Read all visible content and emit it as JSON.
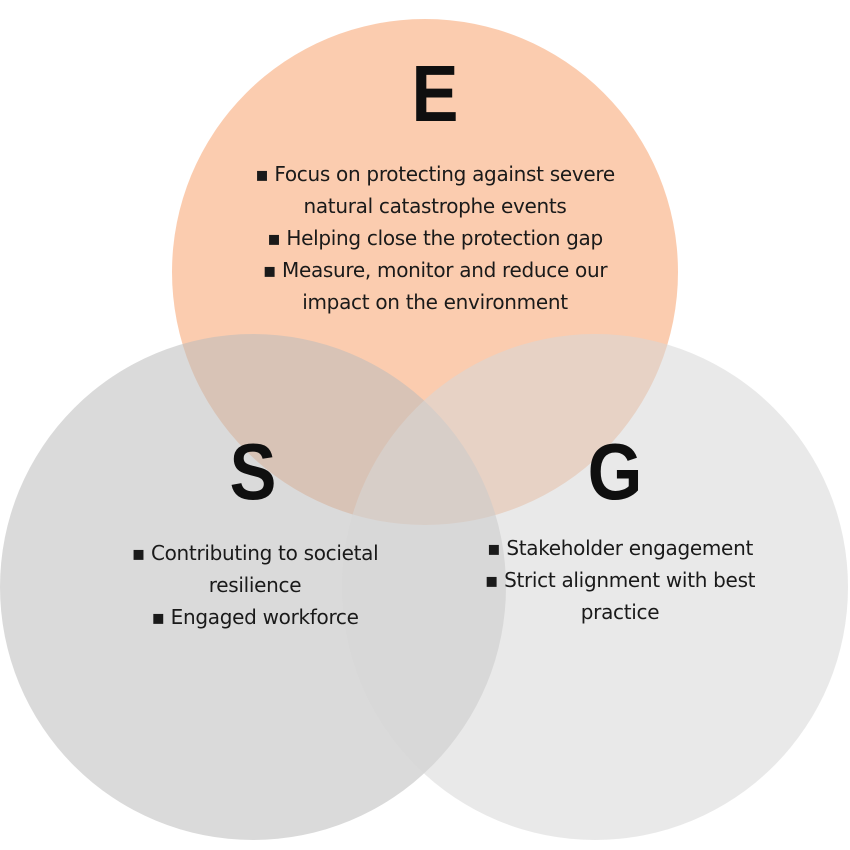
{
  "colors": {
    "environmental": "#f8a36e",
    "social": "#bcbcbc",
    "governance": "#d7d7d7",
    "text": "#1a1a1a"
  },
  "circles": {
    "environmental": {
      "letter": "E",
      "items": [
        "Focus on protecting against severe natural catastrophe events",
        "Helping close the protection gap",
        "Measure, monitor and reduce our impact on the environment"
      ]
    },
    "social": {
      "letter": "S",
      "items": [
        "Contributing to societal resilience",
        "Engaged workforce"
      ]
    },
    "governance": {
      "letter": "G",
      "items": [
        "Stakeholder engagement",
        "Strict alignment with best practice"
      ]
    }
  }
}
